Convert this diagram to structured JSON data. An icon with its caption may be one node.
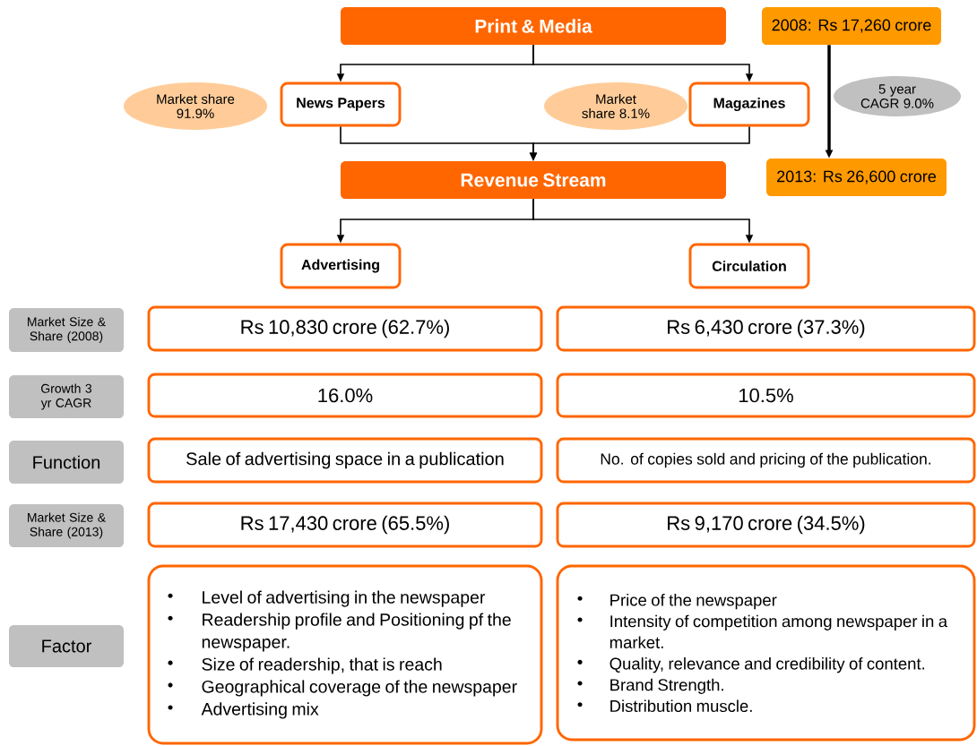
{
  "diagram": {
    "nodes": [
      {
        "text": [
          "Print & Media"
        ]
      },
      {
        "text": [
          "2008: Rs 17,260 crore"
        ]
      },
      {
        "text": [
          "Market share 91.9%"
        ]
      },
      {
        "text": [
          "News Papers"
        ]
      },
      {
        "text": [
          "Market share 8.1%"
        ]
      },
      {
        "text": [
          "Magazines"
        ]
      },
      {
        "text": [
          "5 year CAGR 9.0%"
        ]
      },
      {
        "text": [
          "Revenue Stream"
        ]
      },
      {
        "text": [
          "2013: Rs 26,600 crore"
        ]
      },
      {
        "text": [
          "Advertising"
        ]
      },
      {
        "text": [
          "Circulation"
        ]
      },
      {
        "text": [
          "Market Size & Share (2008)"
        ]
      },
      {
        "text": [
          "Rs 10,830 crore (62.7%)"
        ]
      },
      {
        "text": [
          "Rs 6,430 crore (37.3%)"
        ]
      },
      {
        "text": [
          "Growth 3 yr CAGR"
        ]
      },
      {
        "text": [
          "16.0%"
        ]
      },
      {
        "text": [
          "10.5%"
        ]
      },
      {
        "text": [
          "Function"
        ]
      },
      {
        "text": [
          "Sale of advertising space in a publication"
        ]
      },
      {
        "text": [
          "No. of copies sold and pricing of the publication."
        ]
      },
      {
        "text": [
          "Market Size & Share (2013)"
        ]
      },
      {
        "text": [
          "Rs 17,430 crore (65.5%)"
        ]
      },
      {
        "text": [
          "Rs 9,170 crore  (34.5%)"
        ]
      },
      {
        "text": [
          "Factor"
        ]
      },
      {
        "text": [
          "Level of advertising in the newspaper",
          "Readership profile and Positioning pf the newspaper.",
          "Size of readership, that is reach",
          "Geographical coverage of the newspaper",
          "Advertising mix"
        ]
      },
      {
        "text": [
          "Price of the newspaper",
          "Intensity of competition among newspaper in a market.",
          "Quality, relevance and credibility of content.",
          "Brand Strength.",
          "Distribution muscle."
        ]
      }
    ],
    "edges": [
      {
        "from": 0,
        "to": 3,
        "arrow": "to"
      },
      {
        "from": 0,
        "to": 5,
        "arrow": "to"
      },
      {
        "from": 3,
        "to": 7,
        "arrow": "to"
      },
      {
        "from": 5,
        "to": 7,
        "arrow": "to"
      },
      {
        "from": 7,
        "to": 9,
        "arrow": "to"
      },
      {
        "from": 7,
        "to": 10,
        "arrow": "to"
      },
      {
        "from": 1,
        "to": 8,
        "arrow": "to",
        "style": "thick"
      }
    ]
  }
}
